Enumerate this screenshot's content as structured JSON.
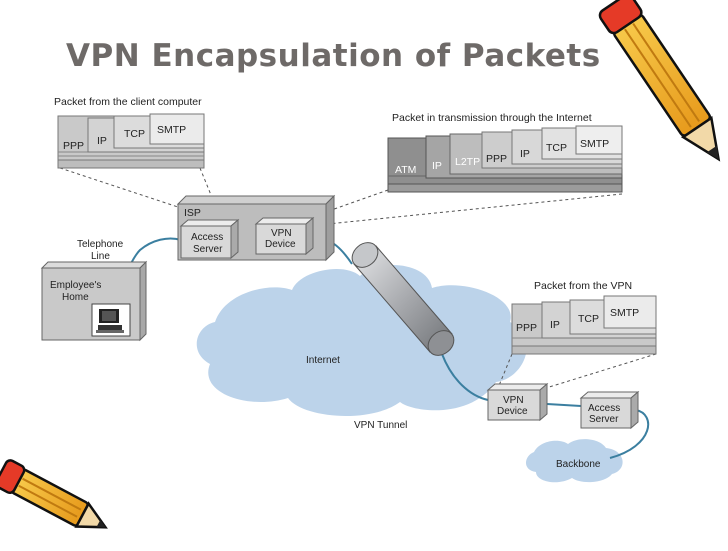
{
  "slide": {
    "title": "VPN Encapsulation of Packets",
    "colors": {
      "title": "#6e6a68",
      "cloud": "#bcd3ea",
      "tunnel": "#aeb0b4",
      "cable": "#3b7fa0",
      "box": "#c9c9c9"
    },
    "pencil_icons": [
      "pencil-icon-top-right",
      "pencil-icon-bottom-left"
    ]
  },
  "diagram": {
    "client_packet": {
      "caption": "Packet from the client computer",
      "layers": [
        "PPP",
        "IP",
        "TCP",
        "SMTP"
      ]
    },
    "internet_packet": {
      "caption": "Packet in transmission through the Internet",
      "layers": [
        "ATM",
        "IP",
        "L2TP",
        "PPP",
        "IP",
        "TCP",
        "SMTP"
      ]
    },
    "vpn_packet": {
      "caption": "Packet from the VPN",
      "layers": [
        "PPP",
        "IP",
        "TCP",
        "SMTP"
      ]
    },
    "isp": {
      "label": "ISP",
      "access_server": [
        "Access",
        "Server"
      ],
      "vpn_device": [
        "VPN",
        "Device"
      ]
    },
    "telephone_line": [
      "Telephone",
      "Line"
    ],
    "home": [
      "Employee's",
      "Home"
    ],
    "internet_label": "Internet",
    "vpn_tunnel_label": "VPN Tunnel",
    "remote_vpn_device": [
      "VPN",
      "Device"
    ],
    "remote_access_server": [
      "Access",
      "Server"
    ],
    "backbone_label": "Backbone"
  }
}
